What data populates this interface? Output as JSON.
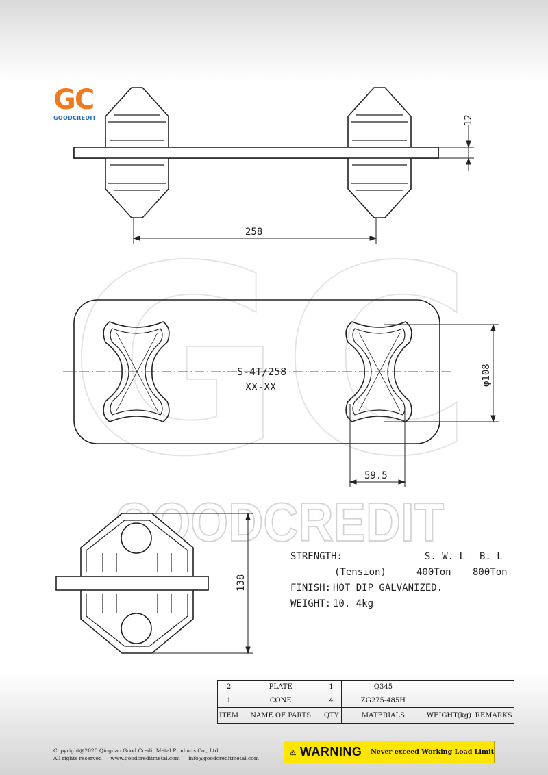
{
  "logo": {
    "mark": "GC",
    "name": "GOODCREDIT"
  },
  "watermark": {
    "letters": "GC",
    "word": "GOODCREDIT"
  },
  "dimensions": {
    "plate_thickness": "12",
    "cone_spacing": "258",
    "hole_diameter": "φ108",
    "cone_width": "59.5",
    "height": "138"
  },
  "plate_marking": {
    "line1": "S-4T/258",
    "line2": "XX-XX"
  },
  "specs": {
    "strength_label": "STRENGTH:",
    "swl_label": "S. W. L",
    "bl_label": "B. L",
    "tension_label": "(Tension)",
    "swl_value": "400Ton",
    "bl_value": "800Ton",
    "finish_label": "FINISH:",
    "finish_value": "HOT DIP GALVANIZED.",
    "weight_label": "WEIGHT:",
    "weight_value": "10. 4kg"
  },
  "bom": {
    "rows": [
      {
        "item": "2",
        "name": "PLATE",
        "qty": "1",
        "material": "Q345",
        "weight": "",
        "remarks": ""
      },
      {
        "item": "1",
        "name": "CONE",
        "qty": "4",
        "material": "ZG275-485H",
        "weight": "",
        "remarks": ""
      }
    ],
    "headers": {
      "item": "ITEM",
      "name": "NAME OF PARTS",
      "qty": "QTY",
      "material": "MATERIALS",
      "weight": "WEIGHT(kg)",
      "remarks": "REMARKS"
    }
  },
  "footer": {
    "copyright": "Copyright@2020 Qingdao Good Credit Metal Products Co., Ltd",
    "rights": "All rights reserved",
    "website": "www.goodcreditmetal.com",
    "email": "info@goodcreditmetal.com"
  },
  "warning": {
    "title": "WARNING",
    "message": "Never exceed Working Load Limit"
  },
  "colors": {
    "logo_orange": "#f07a1e",
    "logo_blue": "#2a6fb5",
    "warning_yellow": "#ffe600",
    "line": "#222222"
  }
}
